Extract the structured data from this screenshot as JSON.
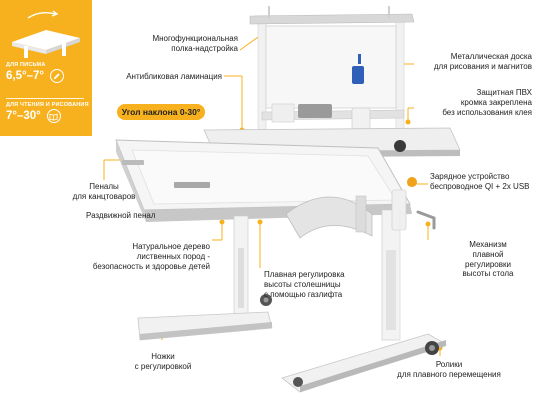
{
  "side_panel": {
    "writing": {
      "caption": "ДЛЯ ПИСЬМА",
      "value": "6,5°–7°"
    },
    "reading": {
      "caption": "ДЛЯ ЧТЕНИЯ И РИСОВАНИЯ",
      "value": "7°–30°"
    },
    "background_color": "#f7b11e"
  },
  "tilt_highlight": "Угол наклона 0-30°",
  "callouts": {
    "shelf": [
      "Многофункциональная",
      "полка-надстройка"
    ],
    "lamination": "Антибликовая ламинация",
    "metal_board": [
      "Металлическая доска",
      "для рисования и магнитов"
    ],
    "pvc_edge": [
      "Защитная ПВХ",
      "кромка закреплена",
      "без использования клея"
    ],
    "charger": [
      "Зарядное устройство",
      "беспроводное QI + 2x USB"
    ],
    "pencil_cases": [
      "Пеналы",
      "для канцтоваров"
    ],
    "sliding_tray": "Раздвижной пенал",
    "wood": [
      "Натуральное дерево",
      "лиственных пород -",
      "безопасность и здоровье детей"
    ],
    "gas_lift": [
      "Плавная регулировка",
      "высоты столешницы",
      "с помощью газлифта"
    ],
    "height_mechanism": [
      "Механизм",
      "плавной",
      "регулировки",
      "высоты стола"
    ],
    "feet": [
      "Ножки",
      "с регулировкой"
    ],
    "rollers": [
      "Ролики",
      "для плавного перемещения"
    ]
  },
  "colors": {
    "accent": "#f7b11e",
    "desk_white": "#f4f4f4",
    "desk_grey": "#bcbcbc",
    "text": "#222222"
  }
}
